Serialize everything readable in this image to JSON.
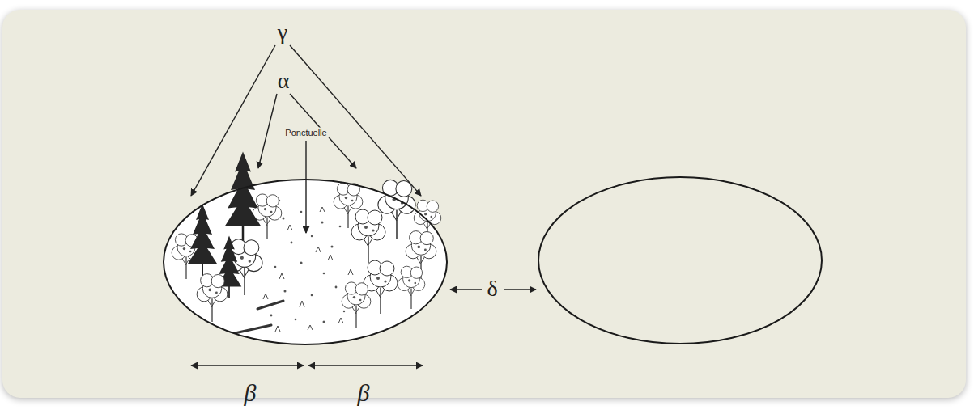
{
  "diagram": {
    "labels": [
      "γ",
      "α",
      "Ponctuelle",
      "δ",
      "β",
      "β"
    ]
  }
}
